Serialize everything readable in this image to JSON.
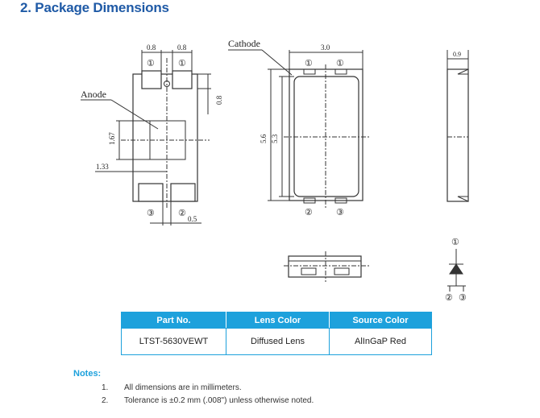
{
  "section_title": "2. Package Dimensions",
  "drawing": {
    "top_view": {
      "anode_label": "Anode",
      "dim_pad_width_left": "0.8",
      "dim_pad_width_right": "0.8",
      "dim_pad_height": "0.8",
      "dim_center_height": "1.67",
      "dim_offset": "1.33",
      "dim_gap": "0.5",
      "pin_top_left": "①",
      "pin_top_right": "①",
      "pin_bottom_left": "③",
      "pin_bottom_right": "②"
    },
    "front_view": {
      "cathode_label": "Cathode",
      "dim_width": "3.0",
      "dim_length_outer": "5.6",
      "dim_length_inner": "5.3",
      "pin_top_left": "①",
      "pin_top_right": "①",
      "pin_bottom_left": "②",
      "pin_bottom_right": "③"
    },
    "side_view": {
      "dim_thickness": "0.9"
    },
    "schematic": {
      "pin_top": "①",
      "pin_bottom_left": "②",
      "pin_bottom_right": "③"
    }
  },
  "spec_table": {
    "headers": [
      "Part No.",
      "Lens Color",
      "Source Color"
    ],
    "row": [
      "LTST-5630VEWT",
      "Diffused Lens",
      "AlInGaP Red"
    ]
  },
  "notes": {
    "heading": "Notes:",
    "items": [
      {
        "num": "1.",
        "text": "All dimensions are in millimeters."
      },
      {
        "num": "2.",
        "text": "Tolerance is ±0.2 mm (.008\") unless otherwise noted."
      }
    ]
  }
}
